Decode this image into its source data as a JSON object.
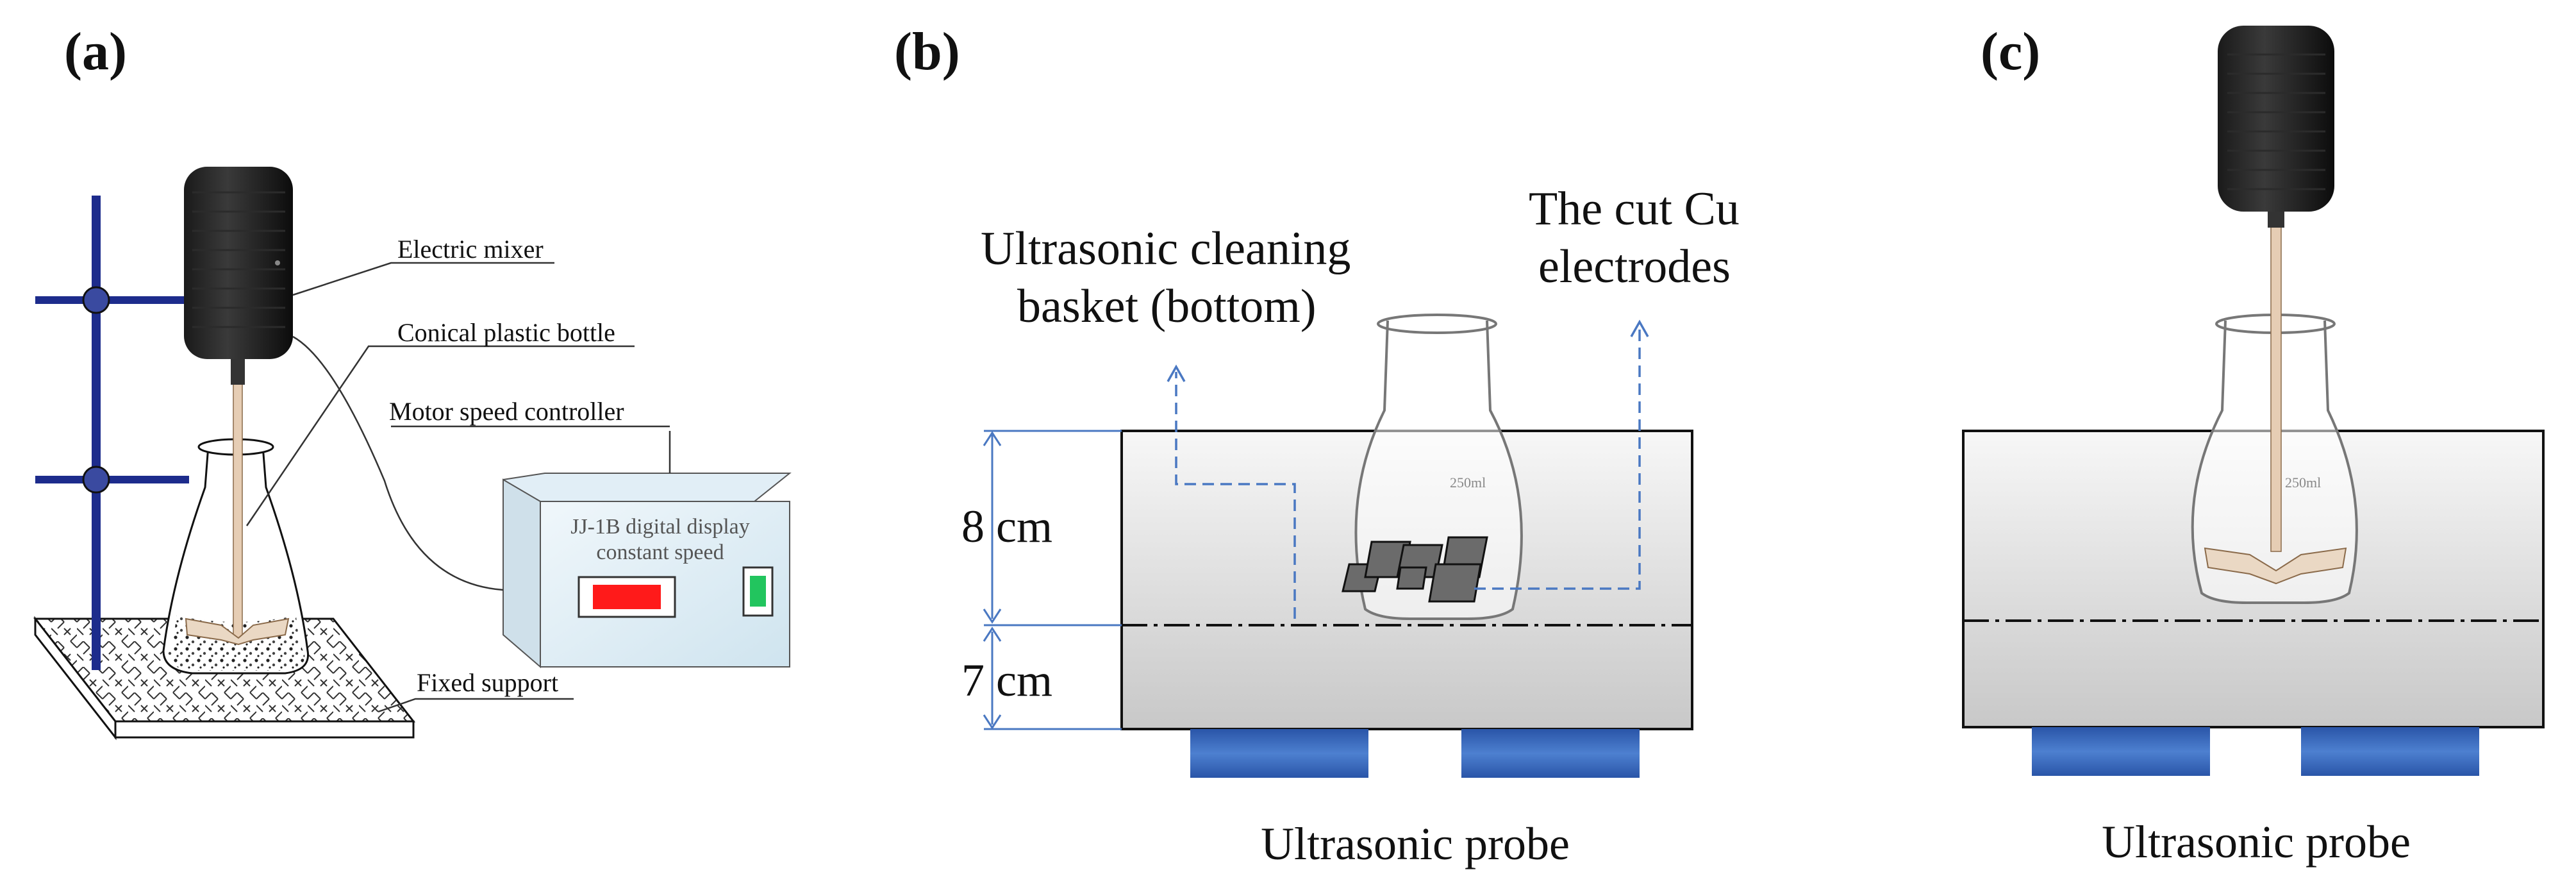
{
  "panels": {
    "a": "(a)",
    "b": "(b)",
    "c": "(c)"
  },
  "panel_a": {
    "electric_mixer": "Electric mixer",
    "bottle": "Conical plastic bottle",
    "controller": "Motor speed controller",
    "controller_text_line1": "JJ-1B digital display",
    "controller_text_line2": "constant speed",
    "support": "Fixed support"
  },
  "panel_b": {
    "basket_line1": "Ultrasonic cleaning",
    "basket_line2": "basket (bottom)",
    "electrodes_line1": "The cut Cu",
    "electrodes_line2": "electrodes",
    "dim_upper": "8 cm",
    "dim_lower": "7 cm",
    "probe": "Ultrasonic probe"
  },
  "panel_c": {
    "probe": "Ultrasonic probe"
  },
  "colors": {
    "support_blue": "#1d2c8c",
    "probe_blue": "#2f5fb3",
    "dim_blue": "#4a78c2",
    "display_red": "#ff1a1a",
    "switch_green": "#22c55e",
    "bath_gray": "#d6d6d6"
  }
}
